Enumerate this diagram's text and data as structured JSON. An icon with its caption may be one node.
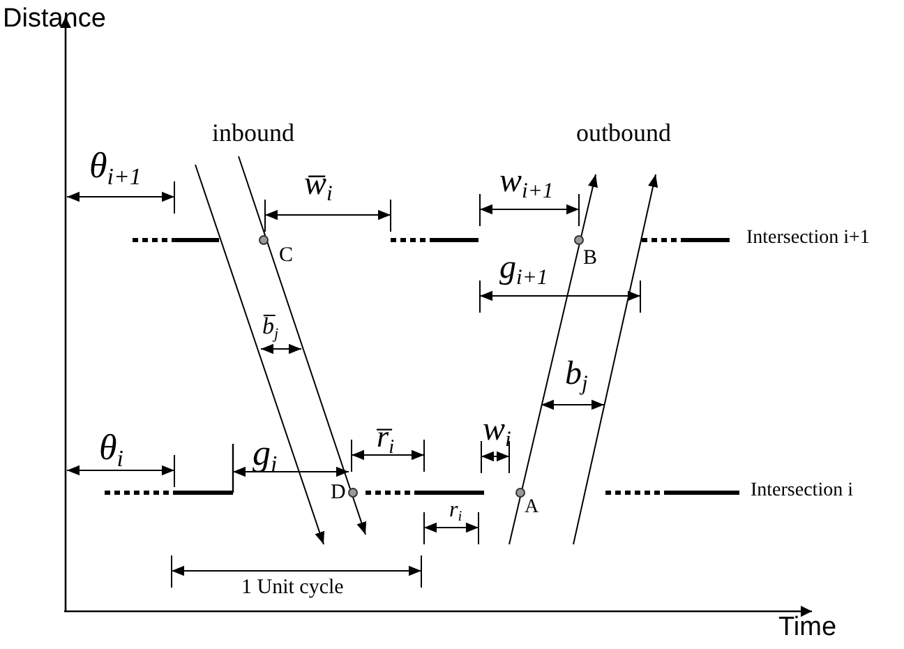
{
  "diagram": {
    "labels": [
      "Distance",
      "inbound",
      "outbound",
      "θ$_{i+1}$",
      "w̅$_{i}$",
      "w$_{i+1}$",
      "C",
      "B",
      "Intersection i+1",
      "g$_{i+1}$",
      "b̅$_{j}$",
      "b$_{j}$",
      "θ$_{i}$",
      "g$_{i}$",
      "r̅$_{i}$",
      "w$_{i}$",
      "D",
      "A",
      "Intersection i",
      "r$_{i}$",
      "1 Unit cycle",
      "Time"
    ]
  }
}
